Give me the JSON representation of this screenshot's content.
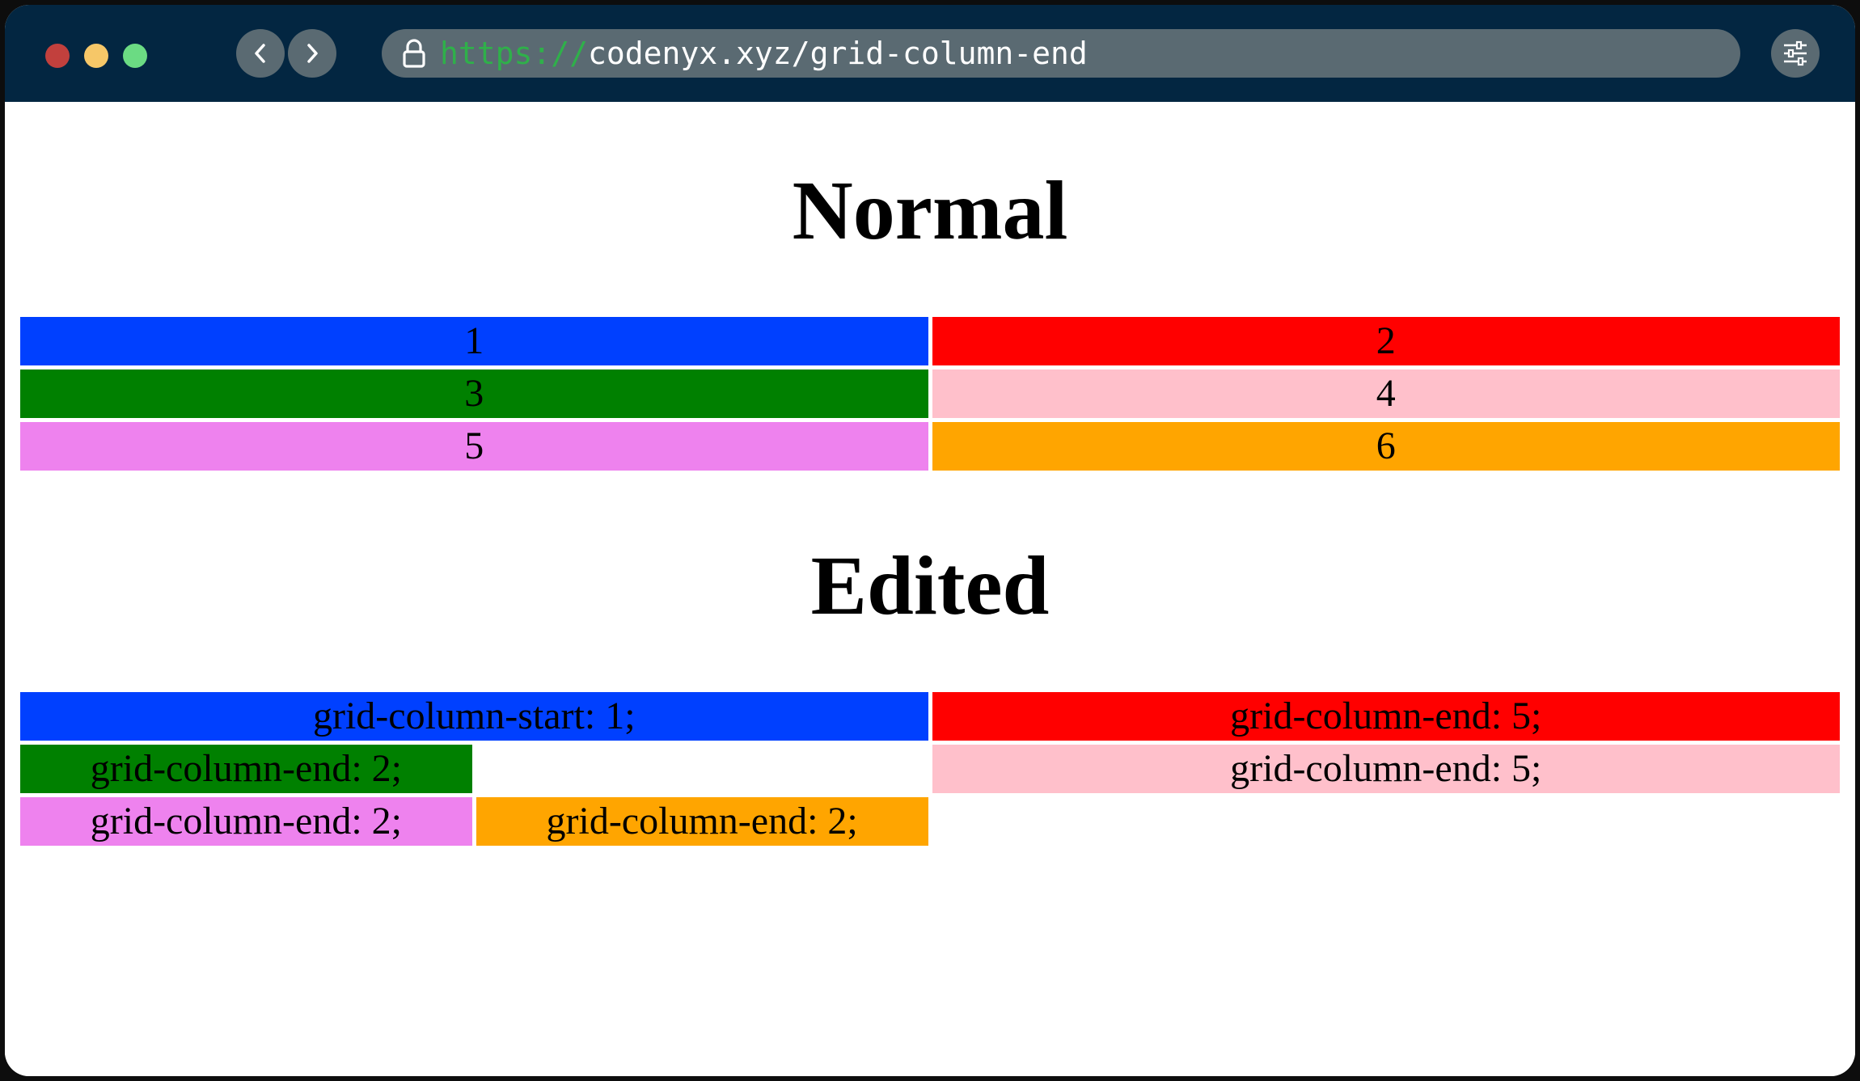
{
  "browser": {
    "url_scheme": "https://",
    "url_host": "codenyx.xyz/grid-column-end",
    "colors": {
      "titlebar": "#032641",
      "control": "#5a6a72",
      "close": "#c2403d",
      "minimize": "#f6c768",
      "maximize": "#6bdb83",
      "scheme": "#2fb04a"
    }
  },
  "sections": {
    "normal": {
      "title": "Normal",
      "items": [
        {
          "label": "1",
          "color": "#0040ff"
        },
        {
          "label": "2",
          "color": "#ff0000"
        },
        {
          "label": "3",
          "color": "#008000"
        },
        {
          "label": "4",
          "color": "#ffc0cb"
        },
        {
          "label": "5",
          "color": "#ee82ee"
        },
        {
          "label": "6",
          "color": "#ffa500"
        }
      ]
    },
    "edited": {
      "title": "Edited",
      "items": [
        {
          "label": "grid-column-start: 1;",
          "color": "#0040ff"
        },
        {
          "label": "grid-column-end: 5;",
          "color": "#ff0000"
        },
        {
          "label": "grid-column-end: 2;",
          "color": "#008000"
        },
        {
          "label": "grid-column-end: 5;",
          "color": "#ffc0cb"
        },
        {
          "label": "grid-column-end: 2;",
          "color": "#ee82ee"
        },
        {
          "label": "grid-column-end: 2;",
          "color": "#ffa500"
        }
      ]
    }
  }
}
